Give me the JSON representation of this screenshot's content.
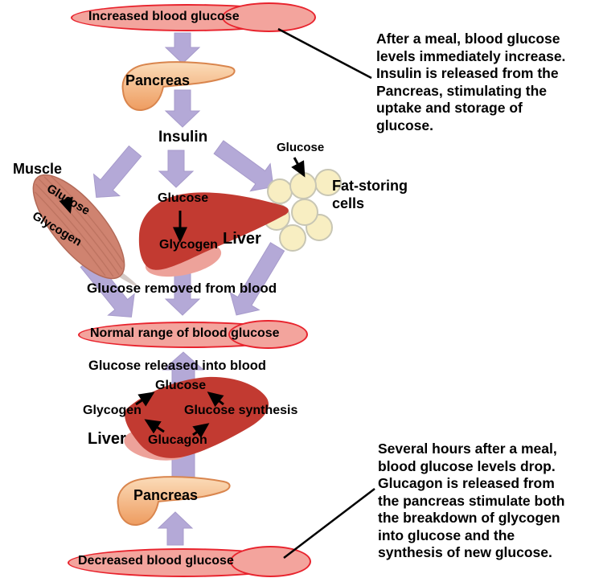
{
  "nodes": {
    "increased": "Increased blood glucose",
    "pancreas_top": "Pancreas",
    "insulin": "Insulin",
    "muscle": "Muscle",
    "muscle_glucose": "Glucose",
    "muscle_glycogen": "Glycogen",
    "liver_top": "Liver",
    "liver_top_glucose": "Glucose",
    "liver_top_glycogen": "Glycogen",
    "fat_glucose": "Glucose",
    "fat_cells": "Fat-storing\ncells",
    "glucose_removed": "Glucose removed from blood",
    "normal": "Normal range of blood glucose",
    "glucose_released": "Glucose released into blood",
    "liver_bottom": "Liver",
    "liver_bottom_glucose": "Glucose",
    "liver_bottom_glycogen": "Glycogen",
    "glucose_synthesis": "Glucose synthesis",
    "glucagon": "Glucagon",
    "pancreas_bottom": "Pancreas",
    "decreased": "Decreased blood glucose"
  },
  "annotations": {
    "after_meal": "After a meal, blood glucose\nlevels immediately increase.\nInsulin is released from the\nPancreas, stimulating the\nuptake and storage of\nglucose.",
    "hours_after": "Several hours after a meal,\nblood glucose levels drop.\nGlucagon is released from\nthe pancreas stimulate both\nthe breakdown of glycogen\ninto glucose and the\nsynthesis of new glucose."
  },
  "colors": {
    "ellipse_fill": "#f3a49d",
    "ellipse_border": "#e8232d",
    "arrow_purple": "#b4a9d7",
    "arrow_purple_edge": "#a79bcb",
    "liver": "#c23a31",
    "liver_lobe": "#eda29a",
    "muscle": "#cf8370",
    "muscle_edge": "#b26a58",
    "muscle_striation": "#b9705e",
    "fat_cell_fill": "#f8eec2",
    "fat_cell_edge": "#c8c6b4",
    "pancreas_edge": "#d9854d",
    "black": "#000000"
  }
}
